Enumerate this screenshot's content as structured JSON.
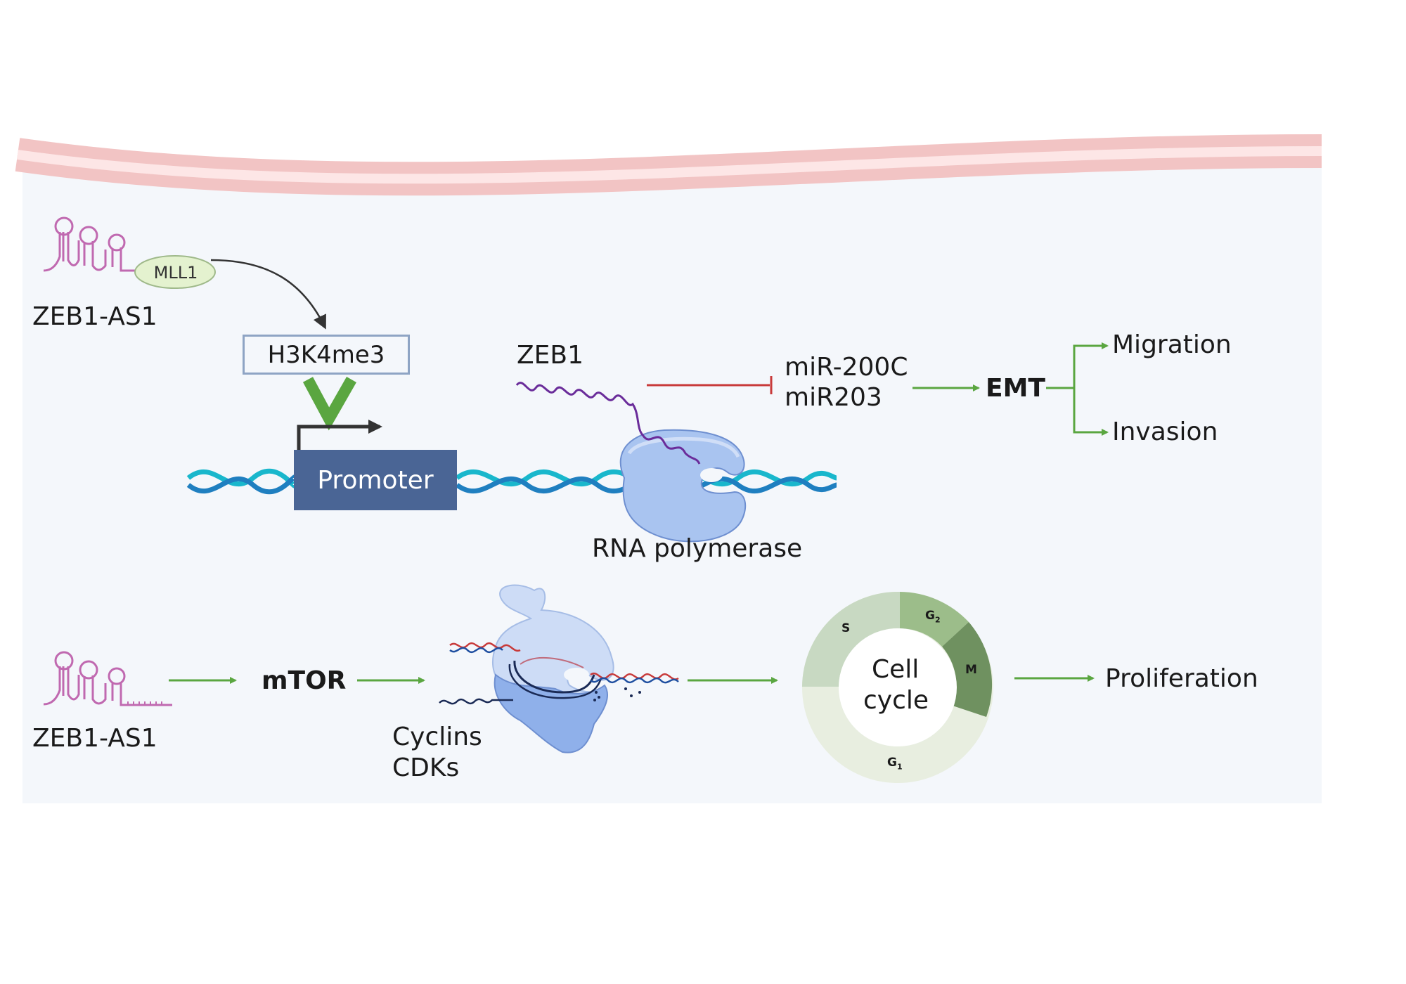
{
  "colors": {
    "membrane_outer": "#f2c4c4",
    "membrane_inner": "#fde6e6",
    "cytoplasm": "#f4f7fb",
    "lncrna": "#c069b0",
    "mll1_fill": "#e4f2cf",
    "activation_arrow": "#5aa640",
    "inhibition": "#c83a3a",
    "promoter": "#4a6595",
    "dna_dark": "#1f7fc0",
    "dna_light": "#19b7cc",
    "polymerase": "#a9c4f0",
    "zeb1_mrna": "#6a2c9a",
    "cc_light": "#e8eee0",
    "cc_mid": "#c8d9c2",
    "cc_g2": "#9cbd8a",
    "cc_m": "#6f9160"
  },
  "icons": [
    "lncrna-hairpin-icon",
    "mll1-protein-icon",
    "dna-helix-icon",
    "rna-polymerase-icon",
    "ribosome-icon",
    "cell-cycle-ring-icon"
  ],
  "top_pathway": {
    "lncrna_label": "ZEB1-AS1",
    "mll1_label": "MLL1",
    "histone_mark": "H3K4me3",
    "promoter_label": "Promoter",
    "zeb1_label": "ZEB1",
    "polymerase_label": "RNA polymerase",
    "mirna_1": "miR-200C",
    "mirna_2": "miR203",
    "emt_label": "EMT",
    "outcome_1": "Migration",
    "outcome_2": "Invasion"
  },
  "bottom_pathway": {
    "lncrna_label": "ZEB1-AS1",
    "mtor_label": "mTOR",
    "cyclins_label": "Cyclins",
    "cdks_label": "CDKs",
    "cell_cycle_line1": "Cell",
    "cell_cycle_line2": "cycle",
    "phase_s": "S",
    "phase_g2": "G",
    "phase_g2_sub": "2",
    "phase_m": "M",
    "phase_g1": "G",
    "phase_g1_sub": "1",
    "outcome": "Proliferation"
  }
}
